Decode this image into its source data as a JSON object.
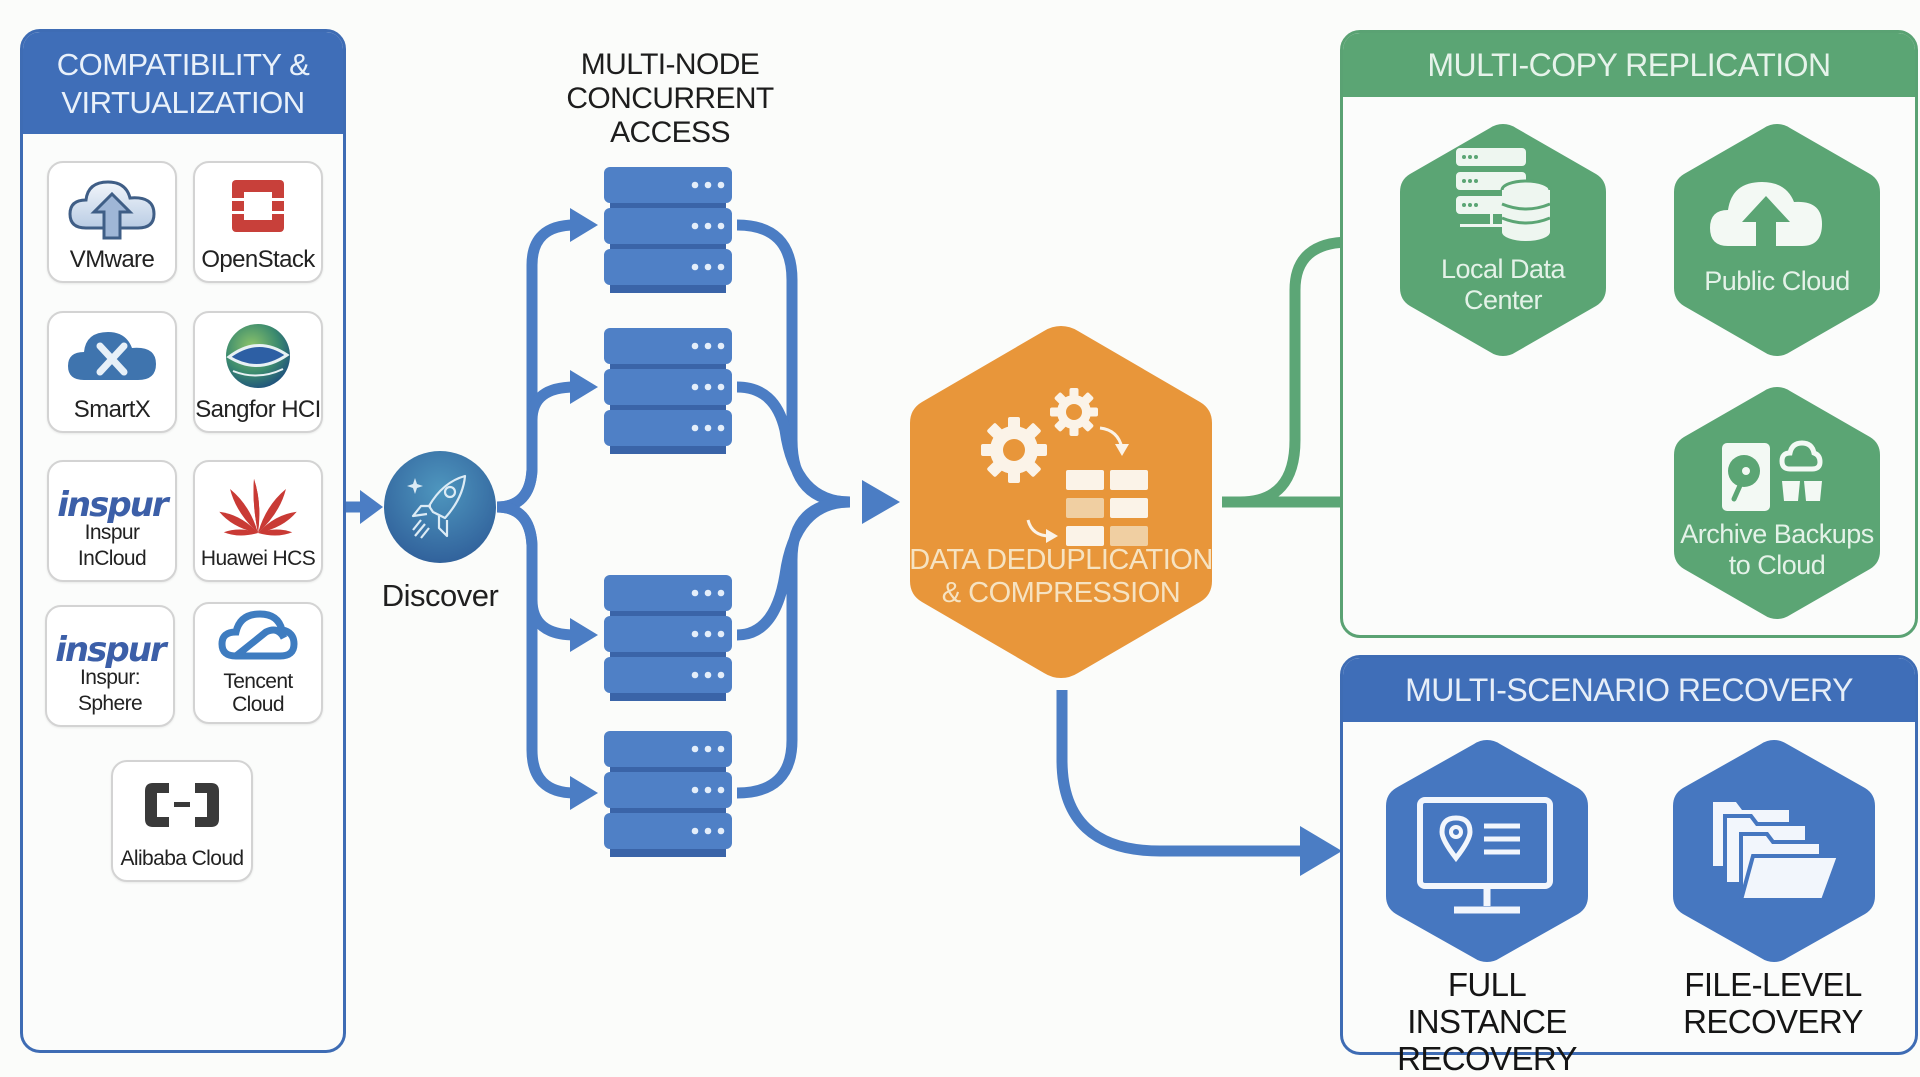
{
  "compatibility": {
    "title_line1": "COMPATIBILITY &",
    "title_line2": "VIRTUALIZATION",
    "platforms": [
      {
        "label": "VMware",
        "icon": "cloud-upload-icon"
      },
      {
        "label": "OpenStack",
        "icon": "openstack-logo-icon"
      },
      {
        "label": "SmartX",
        "icon": "smartx-cloud-icon"
      },
      {
        "label": "Sangfor HCI",
        "icon": "sangfor-globe-icon"
      },
      {
        "label": "Inspur InCloud",
        "icon": "inspur-logo-icon",
        "logo_text": "inspur"
      },
      {
        "label": "Huawei HCS",
        "icon": "huawei-logo-icon"
      },
      {
        "label": "Inspur: Sphere",
        "icon": "inspur-logo-icon",
        "logo_text": "inspur"
      },
      {
        "label_line1": "Tencent",
        "label_line2": "Cloud",
        "icon": "tencent-cloud-icon"
      },
      {
        "label": "Alibaba Cloud",
        "icon": "alibaba-cloud-icon"
      }
    ]
  },
  "discover": {
    "label": "Discover",
    "icon": "rocket-icon"
  },
  "multi_node": {
    "title_line1": "MULTI-NODE",
    "title_line2": "CONCURRENT ACCESS",
    "server_count": 4
  },
  "dedup": {
    "line1": "DATA DEDUPLICATION",
    "line2": "& COMPRESSION",
    "icon": "gears-data-blocks-icon"
  },
  "replication": {
    "title": "MULTI-COPY REPLICATION",
    "targets": [
      {
        "line1": "Local Data",
        "line2": "Center",
        "icon": "server-database-icon"
      },
      {
        "line1": "Public Cloud",
        "line2": "",
        "icon": "cloud-upload-icon"
      },
      {
        "line1": "Archive Backups",
        "line2": "to Cloud",
        "icon": "hdd-cloud-archive-icon"
      }
    ]
  },
  "recovery": {
    "title": "MULTI-SCENARIO RECOVERY",
    "modes": [
      {
        "line1": "FULL INSTANCE",
        "line2": "RECOVERY",
        "icon": "monitor-location-icon"
      },
      {
        "line1": "FILE-LEVEL",
        "line2": "RECOVERY",
        "icon": "folders-icon"
      }
    ]
  },
  "colors": {
    "blue": "#3F6EB8",
    "server_blue": "#4F80C6",
    "green": "#5BA574",
    "orange": "#E8963A",
    "discover_teal": "#3C78A8"
  }
}
